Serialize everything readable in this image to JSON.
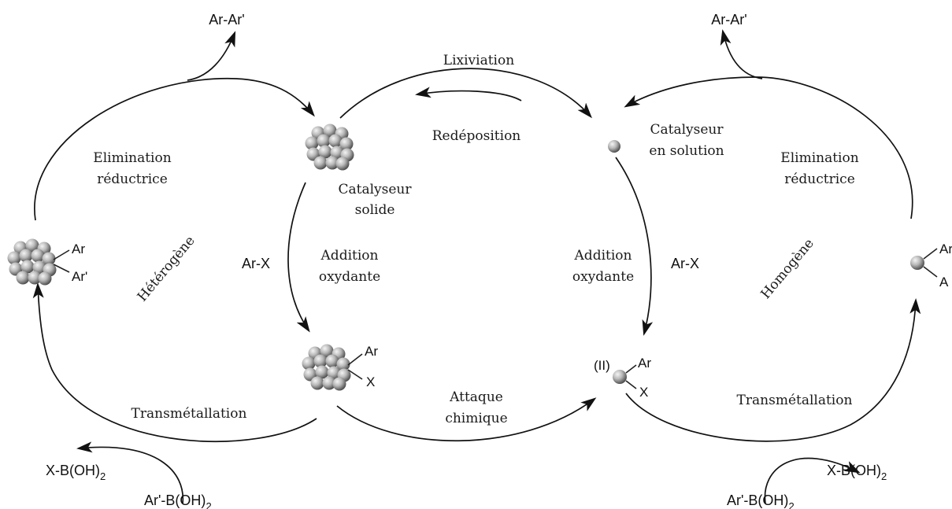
{
  "labels": {
    "elim_left_1": "Elimination",
    "elim_left_2": "réductrice",
    "elim_right_1": "Elimination",
    "elim_right_2": "réductrice",
    "catalyseur_solide_1": "Catalyseur",
    "catalyseur_solide_2": "solide",
    "catalyseur_solution_1": "Catalyseur",
    "catalyseur_solution_2": "en solution",
    "lixiviation": "Lixiviation",
    "redeposition": "Redéposition",
    "heterogene": "Hétérogène",
    "homogene": "Homogène",
    "addition_left_1": "Addition",
    "addition_left_2": "oxydante",
    "addition_right_1": "Addition",
    "addition_right_2": "oxydante",
    "attaque_1": "Attaque",
    "attaque_2": "chimique",
    "transmetallation_left": "Transmétallation",
    "transmetallation_right": "Transmétallation"
  },
  "chem": {
    "ar_ar_left": "Ar-Ar'",
    "ar_ar_right": "Ar-Ar'",
    "ar_x_left": "Ar-X",
    "ar_x_right": "Ar-X",
    "xb_left_main": "X-B(OH)",
    "xb_left_sub": "2",
    "xb_right_main": "X-B(OH)",
    "xb_right_sub": "2",
    "arb_left_main": "Ar'-B(OH)",
    "arb_left_sub": "2",
    "arb_right_main": "Ar'-B(OH)",
    "arb_right_sub": "2",
    "left_cluster_ar": "Ar",
    "left_cluster_arp": "Ar'",
    "bottom_cluster_ar": "Ar",
    "bottom_cluster_x": "X",
    "right_atom_ar": "Ar",
    "right_atom_a": "A",
    "pd2_ox": "(II)",
    "pd2_ar": "Ar",
    "pd2_x": "X"
  }
}
